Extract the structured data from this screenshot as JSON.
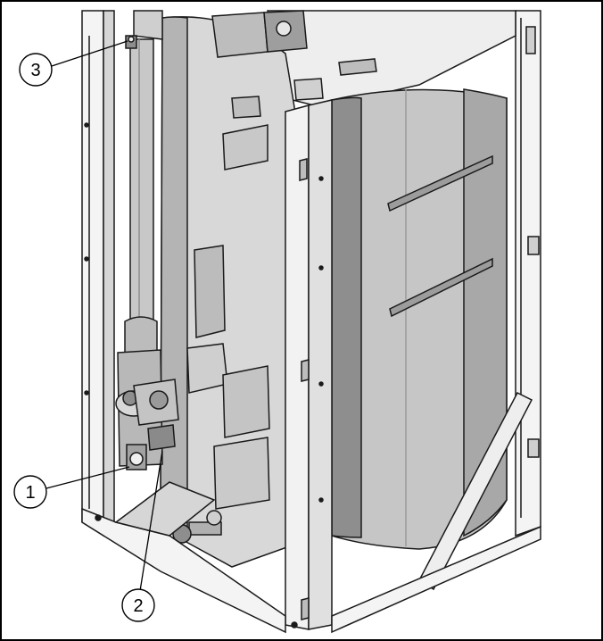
{
  "callouts": [
    {
      "id": "1",
      "label": "1"
    },
    {
      "id": "2",
      "label": "2"
    },
    {
      "id": "3",
      "label": "3"
    }
  ],
  "colors": {
    "line": "#1a1a1a",
    "frame_fill": "#f2f2f2",
    "tank_light": "#dcdcdc",
    "tank_mid": "#bdbdbd",
    "tank_dark": "#8e8e8e",
    "shadow": "#6f6f6f",
    "border": "#000000"
  }
}
